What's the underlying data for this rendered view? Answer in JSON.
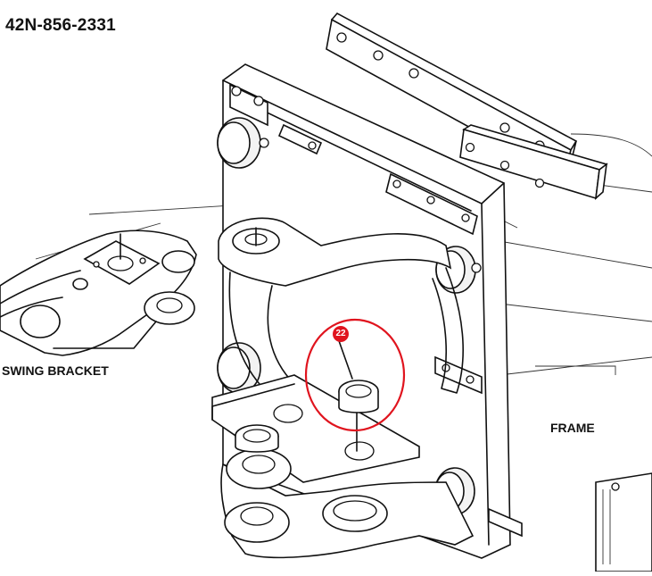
{
  "diagram": {
    "part_number": "42N-856-2331",
    "labels": {
      "swing_bracket": "SWING BRACKET",
      "frame": "FRAME"
    },
    "callout": {
      "number": "22",
      "circle_color": "#e0141e",
      "badge_color": "#e0141e"
    }
  }
}
